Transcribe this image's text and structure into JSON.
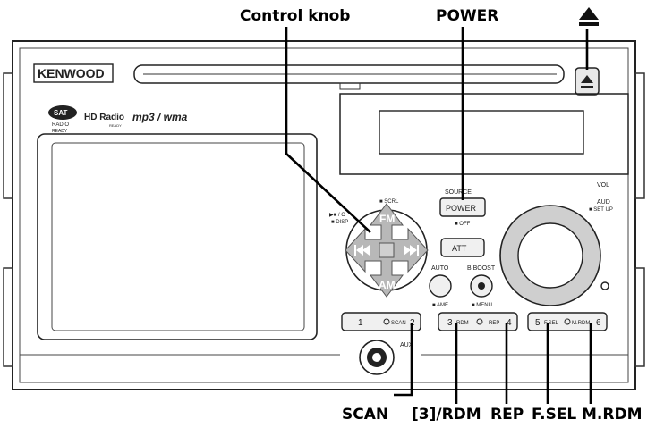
{
  "callouts": {
    "control_knob": "Control knob",
    "power": "POWER",
    "scan": "SCAN",
    "rdm3": "[3]/RDM",
    "rep": "REP",
    "fsel": "F.SEL",
    "mrdm": "M.RDM"
  },
  "panel": {
    "brand": "KENWOOD",
    "badge_sat_top": "SAT",
    "badge_sat_mid": "RADIO",
    "badge_sat_bottom": "READY",
    "hd_radio": "HD Radio",
    "hd_ready": "READY",
    "formats": "mp3 / wma",
    "source_label": "SOURCE",
    "power_button": "POWER",
    "off_label": "■ OFF",
    "vol_label": "VOL",
    "aud_label": "AUD",
    "setup_label": "■ SET UP",
    "scrl_label": "■ SCRL",
    "disp_label": "■ DISP",
    "play_label": "▶■ / C",
    "fm_label": "FM",
    "am_label": "AM",
    "att_button": "ATT",
    "auto_label": "AUTO",
    "ame_label": "■ AME",
    "bboost_label": "B.BOOST",
    "menu_label": "■ MENU",
    "aux_label": "AUX",
    "btn1": "1",
    "btn2": "2",
    "scan_small": "SCAN",
    "btn3": "3",
    "btn4": "4",
    "rdm_small": "RDM",
    "rep_small": "REP",
    "btn5": "5",
    "btn6": "6",
    "fsel_small": "F.SEL",
    "mrdm_small": "M.RDM"
  },
  "icons": {
    "eject": "eject-icon",
    "prev": "skip-back-icon",
    "next": "skip-forward-icon"
  }
}
